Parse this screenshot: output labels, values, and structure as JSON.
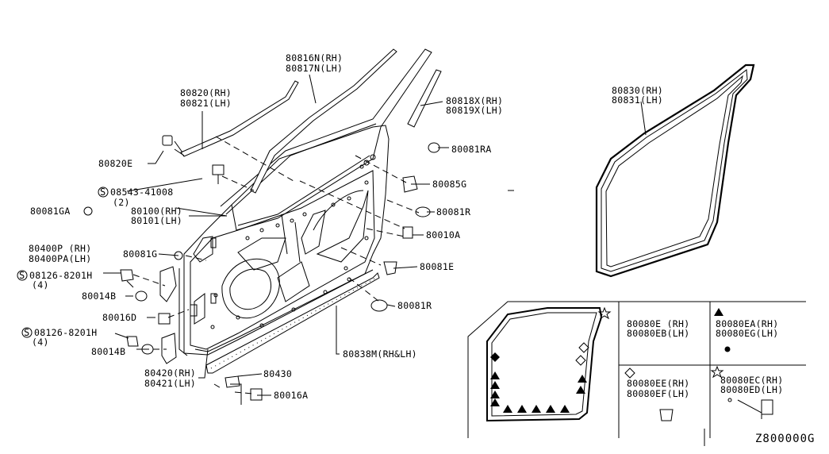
{
  "diagram_id": "Z800000G",
  "parts": {
    "molding_rh": "80816N(RH)",
    "molding_lh": "80817N(LH)",
    "sash_rh": "80820(RH)",
    "sash_lh": "80821(LH)",
    "clip_80820e": "80820E",
    "bolt": "08543-41008",
    "bolt_qty": "(2)",
    "plug_80081ga": "80081GA",
    "door_rh": "80100(RH)",
    "door_lh": "80101(LH)",
    "hinge_upper_rh": "80400P (RH)",
    "hinge_upper_lh": "80400PA(LH)",
    "plug_80081g": "80081G",
    "bolt_upper": "08126-8201H",
    "bolt_upper_qty": "(4)",
    "nut_upper": "80014B",
    "bolt_80016d": "80016D",
    "bolt_lower": "08126-8201H",
    "bolt_lower_qty": "(4)",
    "nut_lower": "80014B",
    "hinge_lower_rh": "80420(RH)",
    "hinge_lower_lh": "80421(LH)",
    "part_80430": "80430",
    "bolt_80016a": "80016A",
    "seal_rh_lh": "80838M(RH&LH)",
    "cover_rh": "80818X(RH)",
    "cover_lh": "80819X(LH)",
    "plug_80081ra": "80081RA",
    "bumper_80085g": "80085G",
    "plug_80081r_upper": "80081R",
    "bolt_80010a": "80010A",
    "clip_80081e": "80081E",
    "plug_80081r_lower": "80081R",
    "weatherstrip_rh": "80830(RH)",
    "weatherstrip_lh": "80831(LH)"
  },
  "legend": {
    "clip_a_rh": "80080E (RH)",
    "clip_a_lh": "80080EB(LH)",
    "clip_b_rh": "80080EA(RH)",
    "clip_b_lh": "80080EG(LH)",
    "clip_c_rh": "80080EE(RH)",
    "clip_c_lh": "80080EF(LH)",
    "clip_d_rh": "80080EC(RH)",
    "clip_d_lh": "80080ED(LH)"
  }
}
